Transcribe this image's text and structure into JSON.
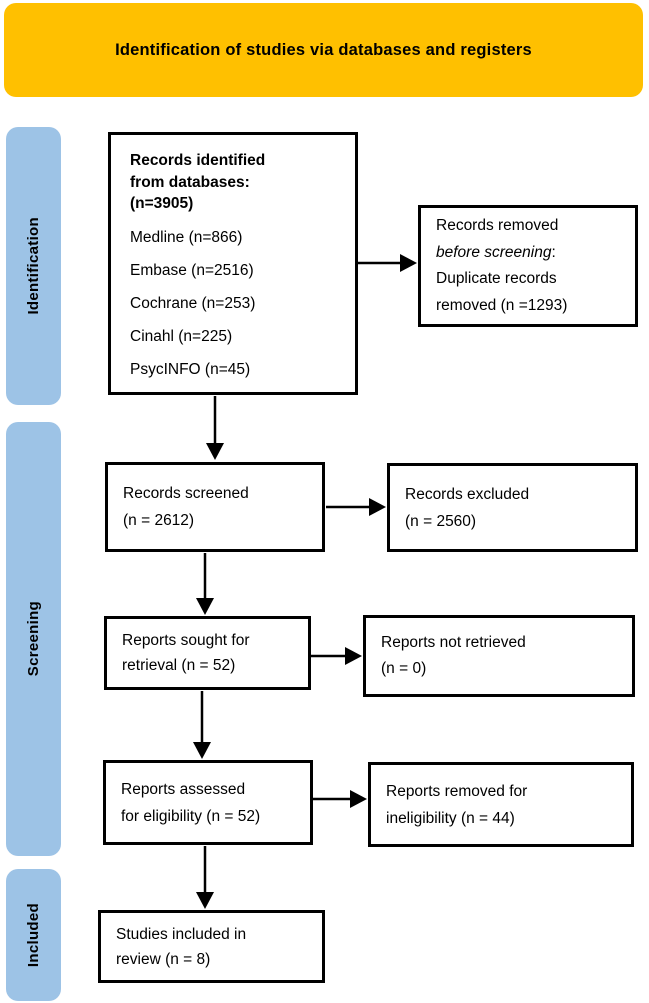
{
  "header": {
    "title": "Identification of studies via databases and registers"
  },
  "colors": {
    "header_bg": "#FFC000",
    "stage_bg": "#9DC3E6",
    "box_border": "#000000"
  },
  "stages": {
    "identification": "Identification",
    "screening": "Screening",
    "included": "Included"
  },
  "boxes": {
    "records_identified": {
      "heading": [
        "Records identified",
        "from databases:",
        "(n=3905)"
      ],
      "databases": [
        "Medline (n=866)",
        "Embase (n=2516)",
        "Cochrane (n=253)",
        "Cinahl (n=225)",
        "PsycINFO (n=45)"
      ]
    },
    "records_removed": {
      "line1": "Records removed",
      "line2_italic": "before screening",
      "line2_tail": ":",
      "line3": "Duplicate records",
      "line4": "removed (n =1293)"
    },
    "records_screened": {
      "lines": [
        "Records screened",
        "(n = 2612)"
      ]
    },
    "records_excluded": {
      "lines": [
        "Records excluded",
        "(n = 2560)"
      ]
    },
    "reports_sought": {
      "lines": [
        "Reports sought for",
        "retrieval (n = 52)"
      ]
    },
    "reports_not_retrieved": {
      "lines": [
        "Reports not retrieved",
        "(n = 0)"
      ]
    },
    "reports_assessed": {
      "lines": [
        "Reports assessed",
        "for eligibility (n = 52)"
      ]
    },
    "reports_removed_ineligibility": {
      "lines": [
        "Reports removed for",
        "ineligibility (n = 44)"
      ]
    },
    "studies_included": {
      "lines": [
        "Studies included in",
        "review (n = 8)"
      ]
    }
  }
}
